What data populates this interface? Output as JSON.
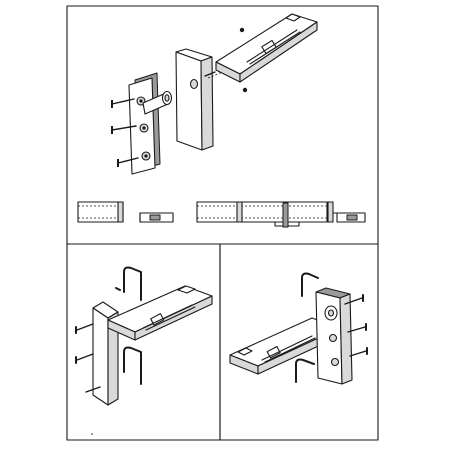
{
  "figure": {
    "panels": [
      {
        "id": "top",
        "content": "exploded-assembly-and-sections"
      },
      {
        "id": "bottom-left",
        "content": "mounted-variant-a"
      },
      {
        "id": "bottom-right",
        "content": "mounted-variant-b"
      }
    ],
    "colors": {
      "line": "#1a1a1a",
      "fill": "#ffffff",
      "shade": "#d9d9d9",
      "dark": "#9a9a9a"
    }
  }
}
